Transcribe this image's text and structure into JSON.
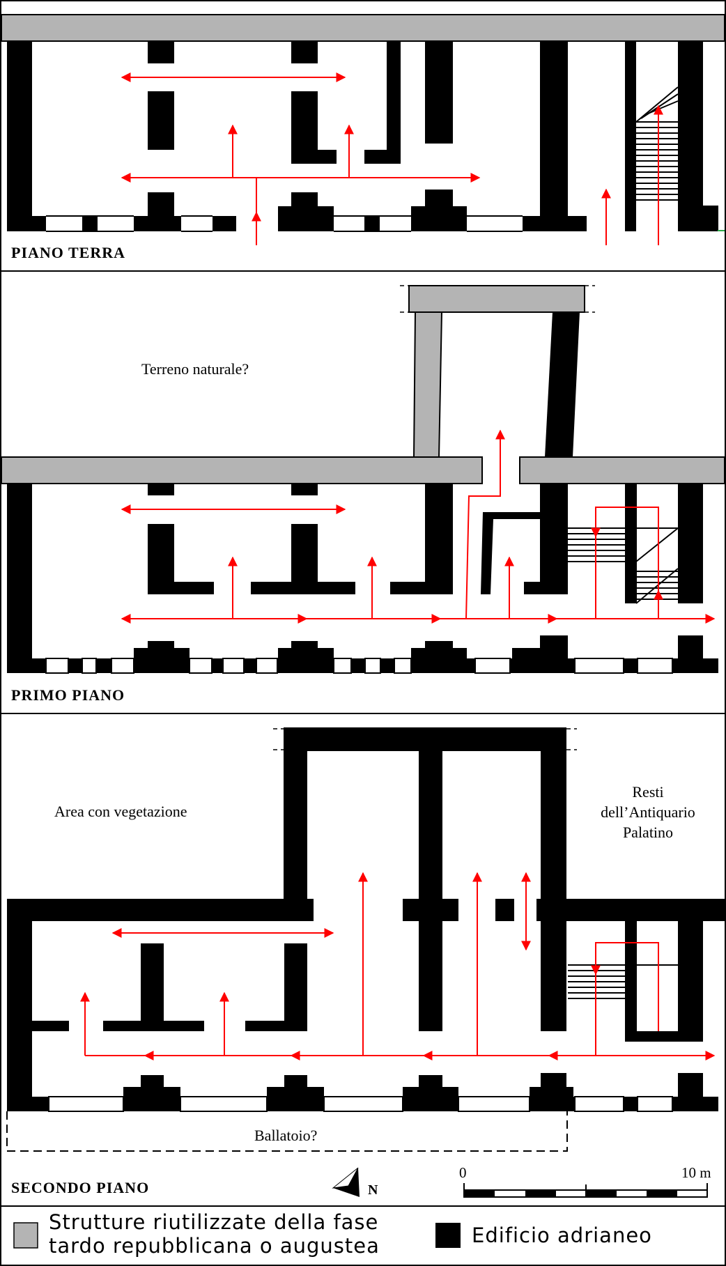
{
  "floors": {
    "ground": {
      "title": "PIANO TERRA"
    },
    "first": {
      "title": "PRIMO PIANO",
      "note_terrain": "Terreno naturale?"
    },
    "second": {
      "title": "SECONDO PIANO",
      "note_vegetation": "Area con vegetazione",
      "note_antiquarium": [
        "Resti",
        "dell’Antiquario",
        "Palatino"
      ],
      "note_ballatoio": "Ballatoio?"
    }
  },
  "north_arrow": {
    "label": "N"
  },
  "scale_bar": {
    "start": "0",
    "end": "10 m"
  },
  "legend": {
    "reused": {
      "label_line1": "Strutture riutilizzate della fase",
      "label_line2": "tardo repubblicana o augustea",
      "color": "#b4b4b4"
    },
    "hadrian": {
      "label": "Edificio adrianeo",
      "color": "#000000"
    }
  },
  "colors": {
    "circulation_arrows": "#ff0000",
    "wall": "#000000",
    "reused_structure": "#b4b4b4"
  }
}
